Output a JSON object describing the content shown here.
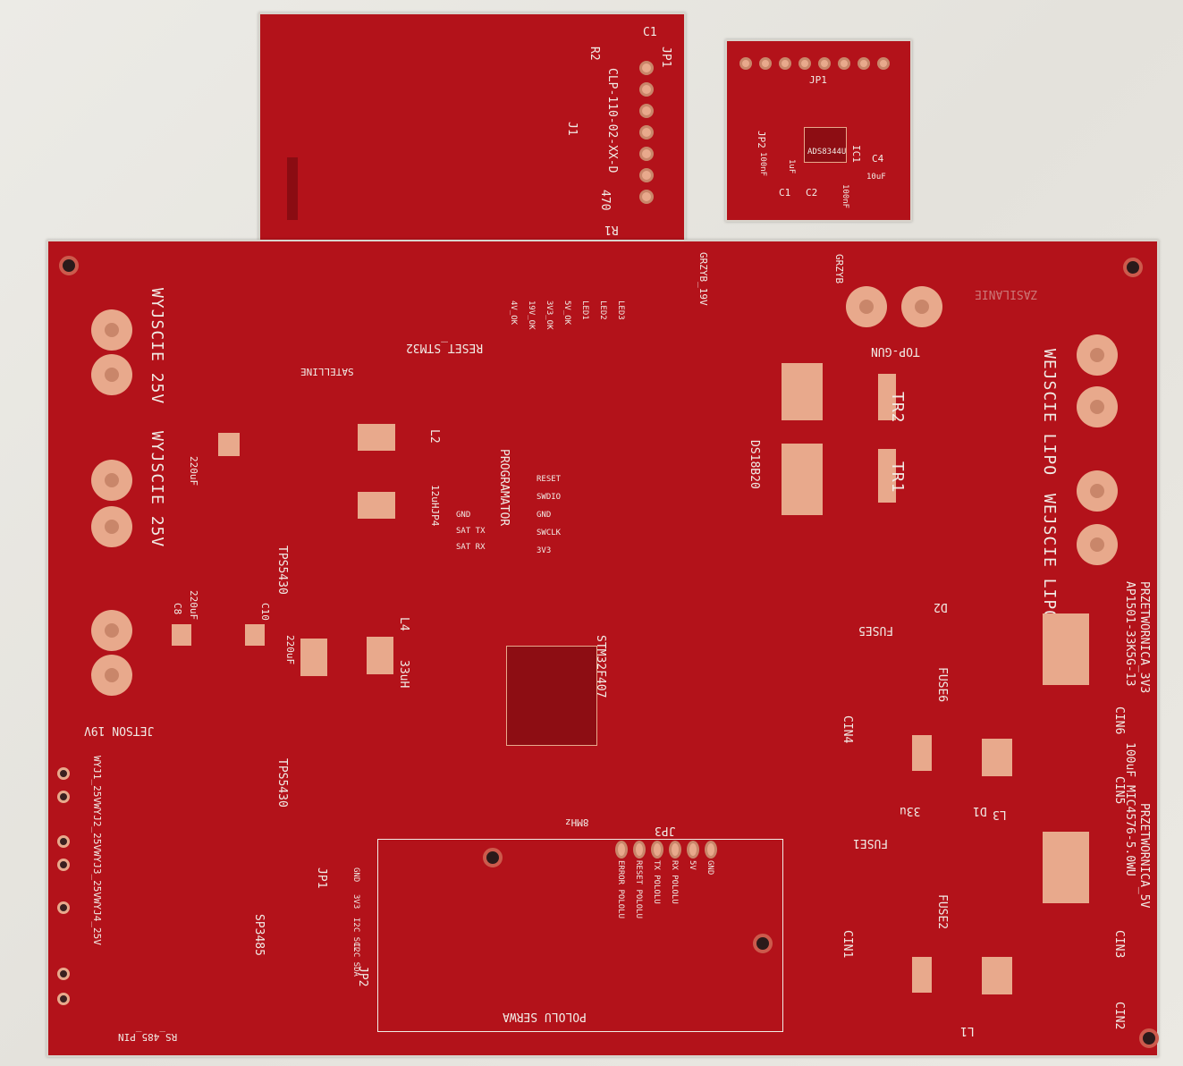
{
  "boards": {
    "connector_board": {
      "labels": [
        "JP1",
        "C1",
        "R2",
        "CLP-110-02-XX-D",
        "J1",
        "470",
        "R1"
      ]
    },
    "adc_board": {
      "labels": [
        "JP1",
        "JP2",
        "ADS8344U",
        "IC1",
        "C4",
        "10uF",
        "100nF",
        "1uF",
        "C1",
        "C2",
        "100nF"
      ]
    },
    "main_board": {
      "outputs": {
        "out1": "WYJSCIE 25V",
        "out2": "WYJSCIE 25V",
        "jetson": "JETSON 19V",
        "pins": "WYJ1_25VWYJ2_25VWYJ3_25VWYJ4_25V",
        "rs485": "RS_485_PIN"
      },
      "power": {
        "zasilanie": "ZASILANIE",
        "topgun": "TOP-GUN",
        "lipo1": "WEJSCIE LIPO",
        "lipo2": "WEJSCIE LIPO",
        "grzyb": "GRZYB",
        "grzyb19": "GRZYB_19V",
        "tr1": "TR1",
        "tr2": "TR2",
        "ds": "DS18B20",
        "conv3v3_title": "PRZETWORNICA_3V3",
        "conv3v3_part": "AP1501-33K5G-13",
        "conv5v_title": "PRZETWORNICA_5V",
        "conv5v_part": "MIC4576-5.0WU"
      },
      "mcu": {
        "name": "STM32F407",
        "programmer": "PROGRAMATOR",
        "reset": "RESET_STM32",
        "xtal": "8MHz",
        "prog_pins": [
          "RESET",
          "SWDIO",
          "GND",
          "SWCLK",
          "3V3"
        ],
        "leds": [
          "4V_OK",
          "19V_OK",
          "3V3_OK",
          "5V_OK",
          "LED1",
          "LED2",
          "LED3"
        ]
      },
      "regulators": {
        "tps1": "TPS5430",
        "tps2": "TPS5430",
        "satelline": "SATELLINE",
        "sp3485": "SP3485",
        "l2": "L2",
        "l4": "L4",
        "l4_val": "33uH",
        "c4_val": "220uF",
        "c8_val": "220uF",
        "c10": "C10",
        "c8": "C8",
        "jp4": "12uHJP4",
        "sat_pins": [
          "GND",
          "SAT TX",
          "SAT RX"
        ]
      },
      "converters": {
        "fuse5": "FUSE5",
        "fuse6": "FUSE6",
        "fuse1": "FUSE1",
        "fuse2": "FUSE2",
        "d1": "D1",
        "d2": "D2",
        "l1": "L1",
        "l3": "L3",
        "l_val": "33u",
        "cin1": "CIN1",
        "cin2": "CIN2",
        "cin3": "CIN3",
        "cin4": "CIN4",
        "cin5": "CIN5",
        "cin6": "CIN6",
        "cap_val": "100uF"
      },
      "servo": {
        "title": "POLOLU SERWA",
        "jp3": "JP3",
        "pins": [
          "GND",
          "5V",
          "RX POLOLU",
          "TX POLOLU",
          "RESET POLOLU",
          "ERROR POLOLU"
        ]
      },
      "rs_header": {
        "jp1": "JP1",
        "jp2": "JP2",
        "pins": [
          "GND",
          "3V3",
          "I2C SCL",
          "I2C SDA"
        ]
      }
    }
  }
}
